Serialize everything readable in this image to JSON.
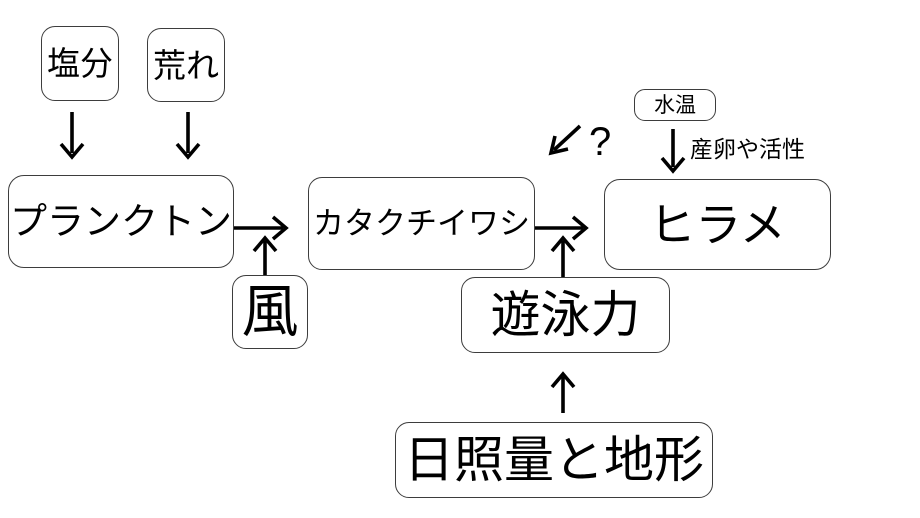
{
  "diagram": {
    "title": "Food-chain factor diagram (flounder fishing conditions)",
    "nodes": {
      "salinity": {
        "label": "塩分"
      },
      "roughness": {
        "label": "荒れ"
      },
      "plankton": {
        "label": "プランクトン"
      },
      "anchovy": {
        "label": "カタクチイワシ"
      },
      "wind": {
        "label": "風"
      },
      "swimming_power": {
        "label": "遊泳力"
      },
      "flounder": {
        "label": "ヒラメ"
      },
      "water_temp": {
        "label": "水温"
      },
      "sunlight_terrain": {
        "label": "日照量と地形"
      }
    },
    "annotations": {
      "question_mark": "?",
      "spawning_activity": "産卵や活性"
    },
    "edges": [
      {
        "from": "salinity",
        "to": "plankton",
        "style": "down-arrow"
      },
      {
        "from": "roughness",
        "to": "plankton",
        "style": "down-arrow"
      },
      {
        "from": "plankton",
        "to": "anchovy",
        "style": "right-arrow"
      },
      {
        "from": "wind",
        "to": "plankton-anchovy-arrow",
        "style": "up-arrow"
      },
      {
        "from": "anchovy",
        "to": "flounder",
        "style": "right-arrow"
      },
      {
        "from": "swimming_power",
        "to": "anchovy-flounder-arrow",
        "style": "up-arrow"
      },
      {
        "from": "water_temp",
        "to": "flounder",
        "style": "down-arrow",
        "label": "産卵や活性"
      },
      {
        "from": "sunlight_terrain",
        "to": "swimming_power",
        "style": "up-arrow"
      },
      {
        "from": "flounder-area",
        "to": "down-left",
        "style": "diagonal-arrow",
        "label": "?"
      }
    ],
    "colors": {
      "background": "#ffffff",
      "box_fill": "#ffffff",
      "box_border": "#3d3d3d",
      "arrow": "#000000",
      "text": "#000000"
    }
  }
}
